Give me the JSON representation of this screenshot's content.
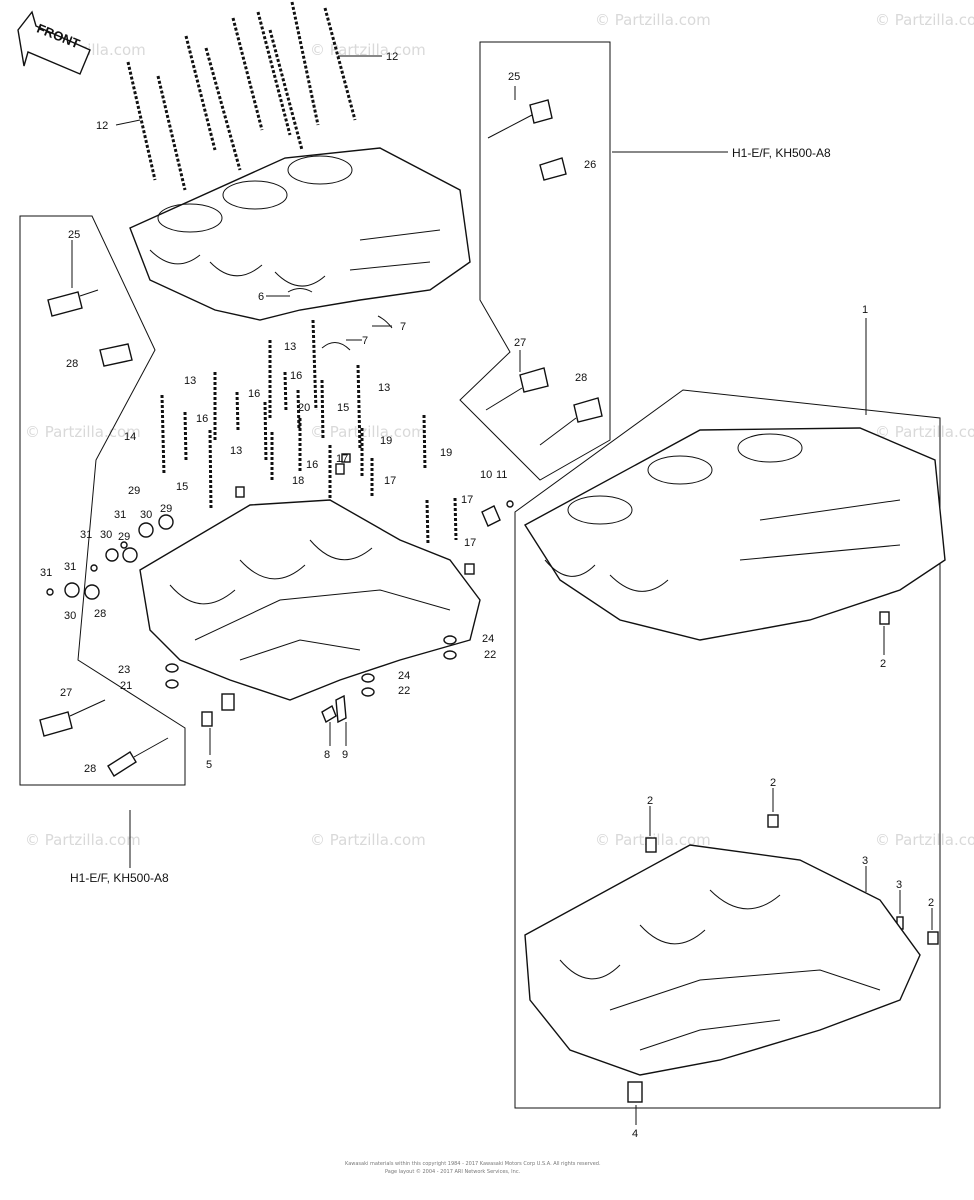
{
  "watermark": "© Partzilla.com",
  "front_label": "FRONT",
  "model_notes": {
    "top_right": "H1-E/F, KH500-A8",
    "bottom_left": "H1-E/F, KH500-A8"
  },
  "footer": {
    "line1": "Kawasaki materials within this copyright 1984 - 2017 Kawasaki Motors Corp U.S.A. All rights reserved.",
    "line2": "Page layout © 2004 - 2017 ARI Network Services, Inc."
  },
  "callouts": {
    "c1": "1",
    "c2a": "2",
    "c2b": "2",
    "c2c": "2",
    "c2d": "2",
    "c3a": "3",
    "c3b": "3",
    "c4": "4",
    "c5": "5",
    "c6": "6",
    "c7a": "7",
    "c7b": "7",
    "c8": "8",
    "c9": "9",
    "c10": "10",
    "c11": "11",
    "c12a": "12",
    "c12b": "12",
    "c13a": "13",
    "c13b": "13",
    "c13c": "13",
    "c13d": "13",
    "c14": "14",
    "c15a": "15",
    "c15b": "15",
    "c16a": "16",
    "c16b": "16",
    "c16c": "16",
    "c16d": "16",
    "c17a": "17",
    "c17b": "17",
    "c17c": "17",
    "c17d": "17",
    "c18": "18",
    "c19a": "19",
    "c19b": "19",
    "c20": "20",
    "c21": "21",
    "c22a": "22",
    "c22b": "22",
    "c23": "23",
    "c24a": "24",
    "c24b": "24",
    "c25a": "25",
    "c25b": "25",
    "c26": "26",
    "c27a": "27",
    "c27b": "27",
    "c28a": "28",
    "c28b": "28",
    "c28c": "28",
    "c28d": "28",
    "c29a": "29",
    "c29b": "29",
    "c29c": "29",
    "c30a": "30",
    "c30b": "30",
    "c30c": "30",
    "c31a": "31",
    "c31b": "31",
    "c31c": "31",
    "c31d": "31"
  }
}
